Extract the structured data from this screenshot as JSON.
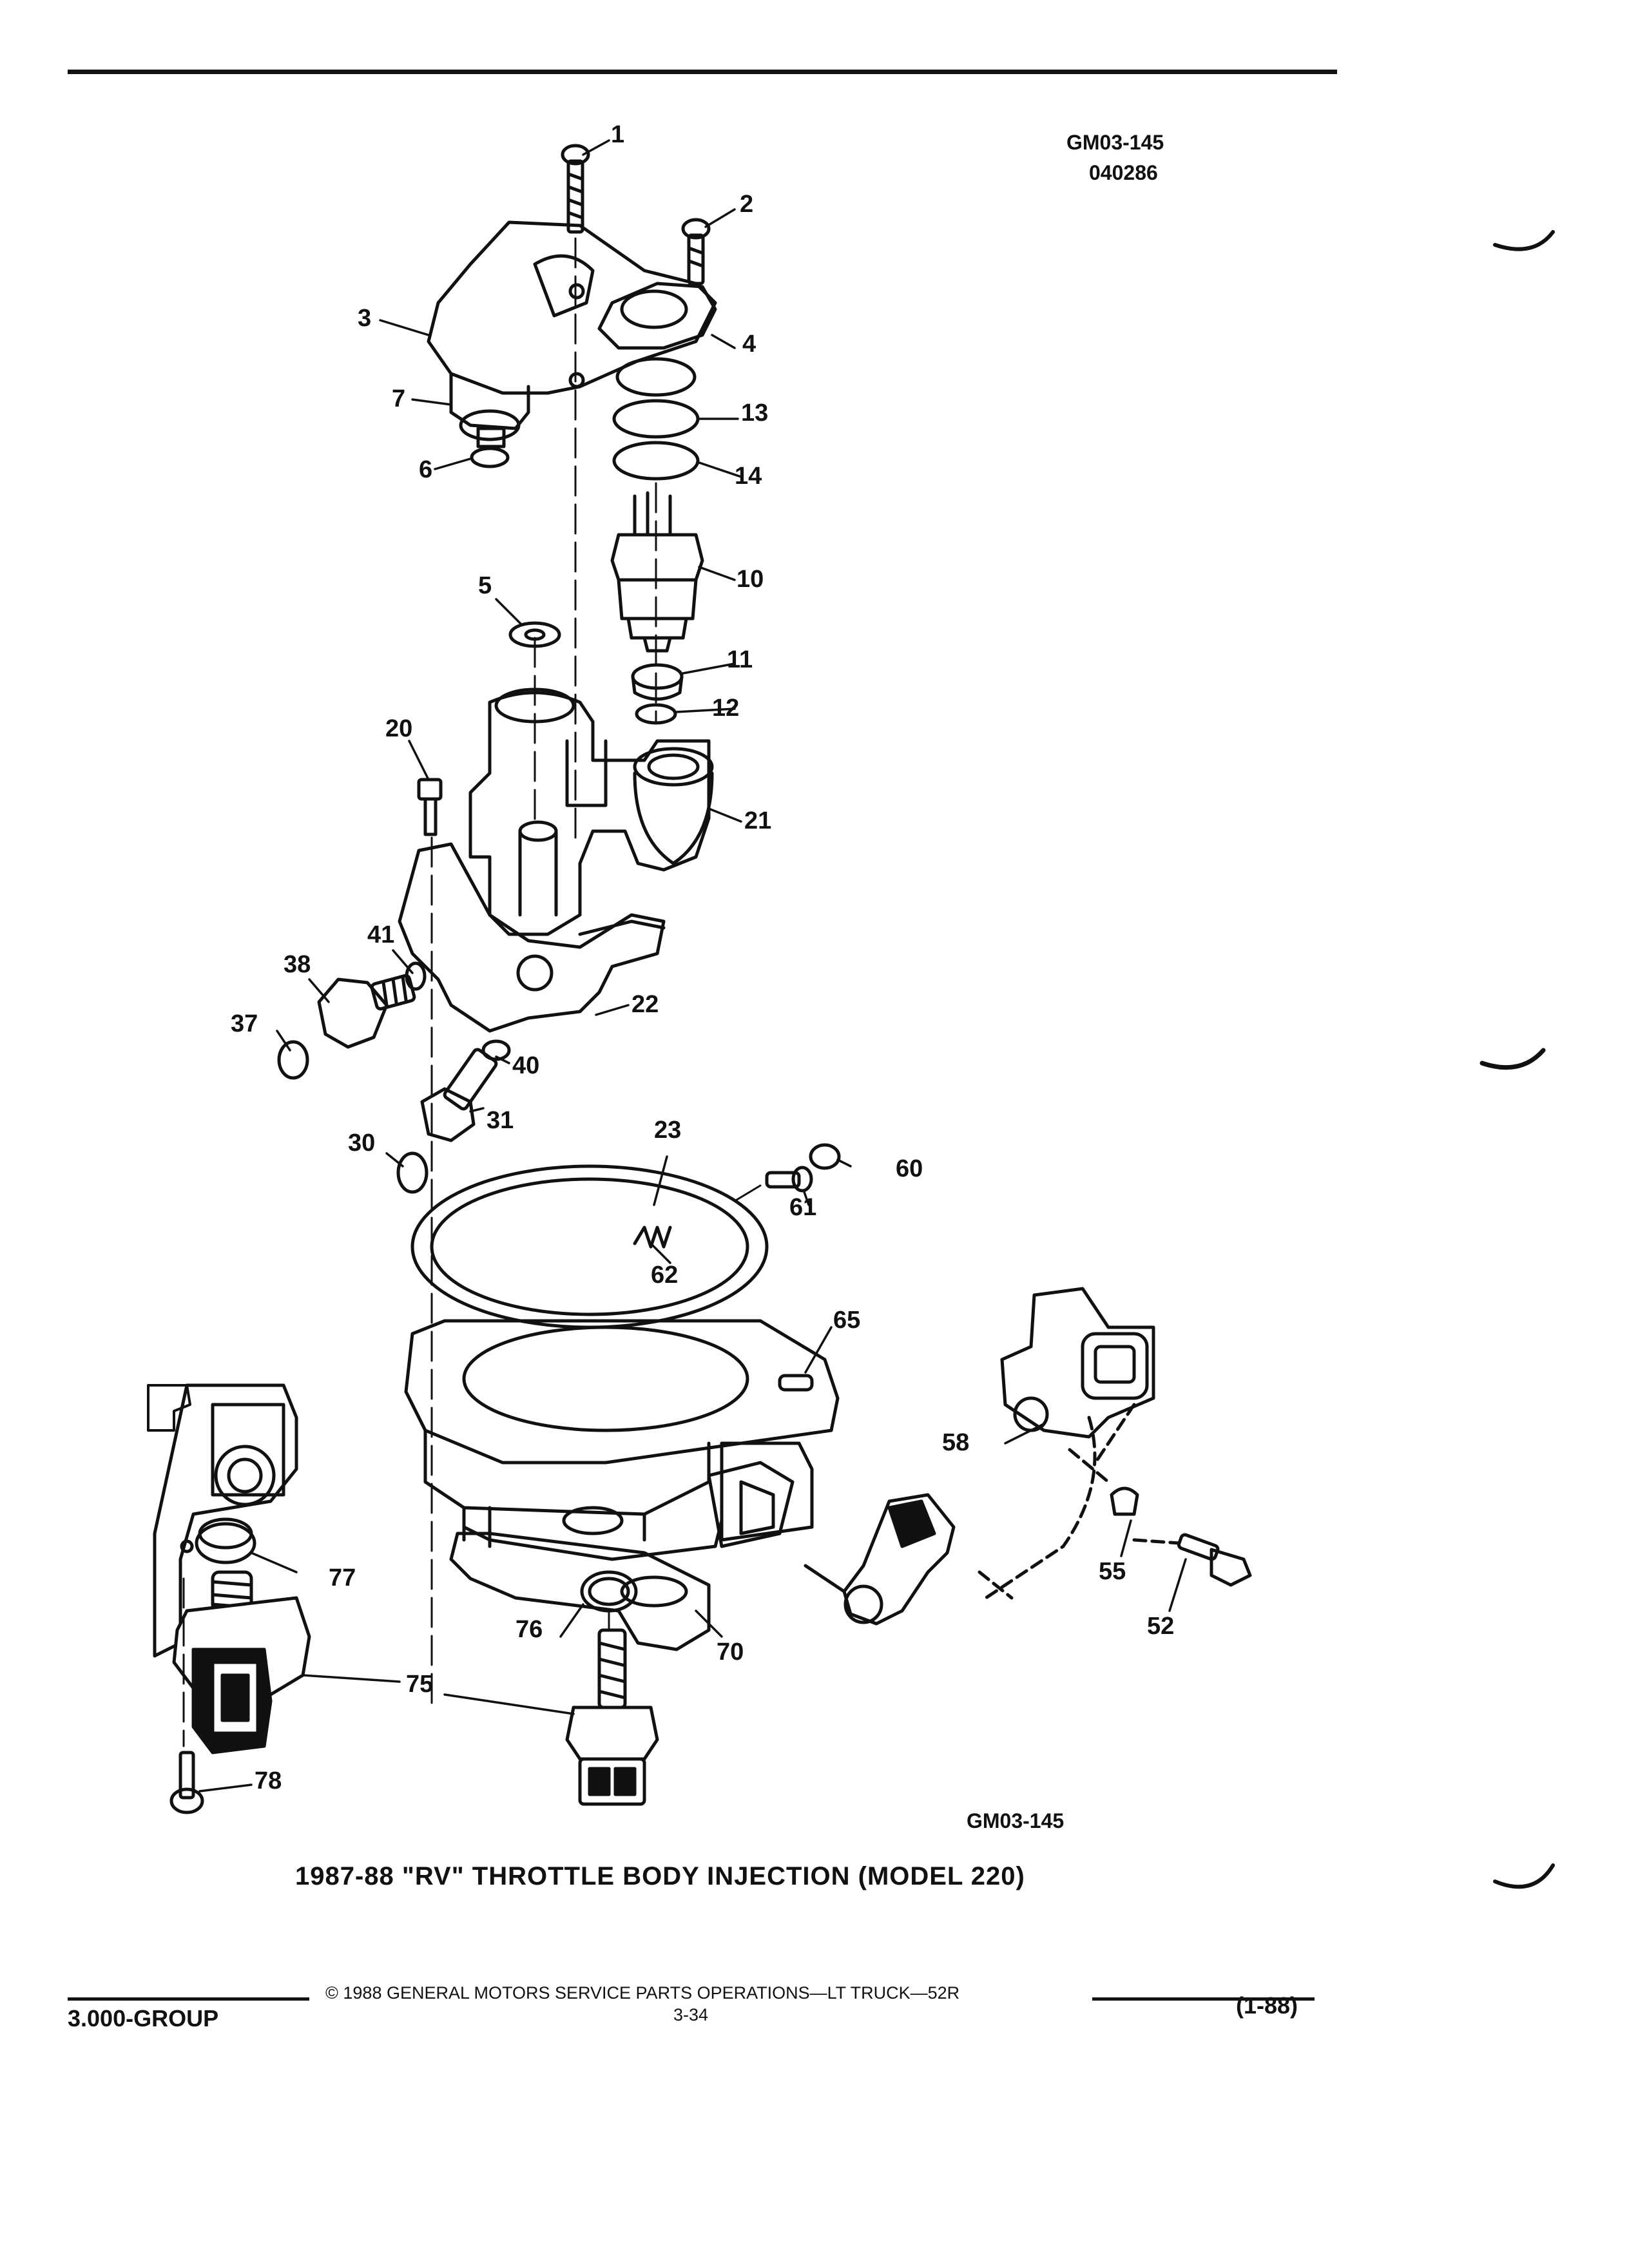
{
  "header": {
    "ref_code_top": "GM03-145",
    "ref_date": "040286"
  },
  "figure": {
    "ref_code_bottom": "GM03-145",
    "caption": "1987-88 \"RV\" THROTTLE BODY INJECTION (MODEL 220)",
    "callouts": [
      "1",
      "2",
      "3",
      "4",
      "5",
      "6",
      "7",
      "10",
      "11",
      "12",
      "13",
      "14",
      "20",
      "21",
      "22",
      "23",
      "30",
      "31",
      "37",
      "38",
      "40",
      "41",
      "52",
      "55",
      "58",
      "60",
      "61",
      "62",
      "65",
      "70",
      "75",
      "76",
      "77",
      "78"
    ]
  },
  "footer": {
    "copyright_line": "© 1988 GENERAL MOTORS SERVICE PARTS OPERATIONS—LT TRUCK—52R",
    "page_number": "3-34",
    "group": "3.000-GROUP",
    "revision": "(1-88)"
  },
  "colors": {
    "ink": "#111111",
    "paper": "#ffffff"
  }
}
